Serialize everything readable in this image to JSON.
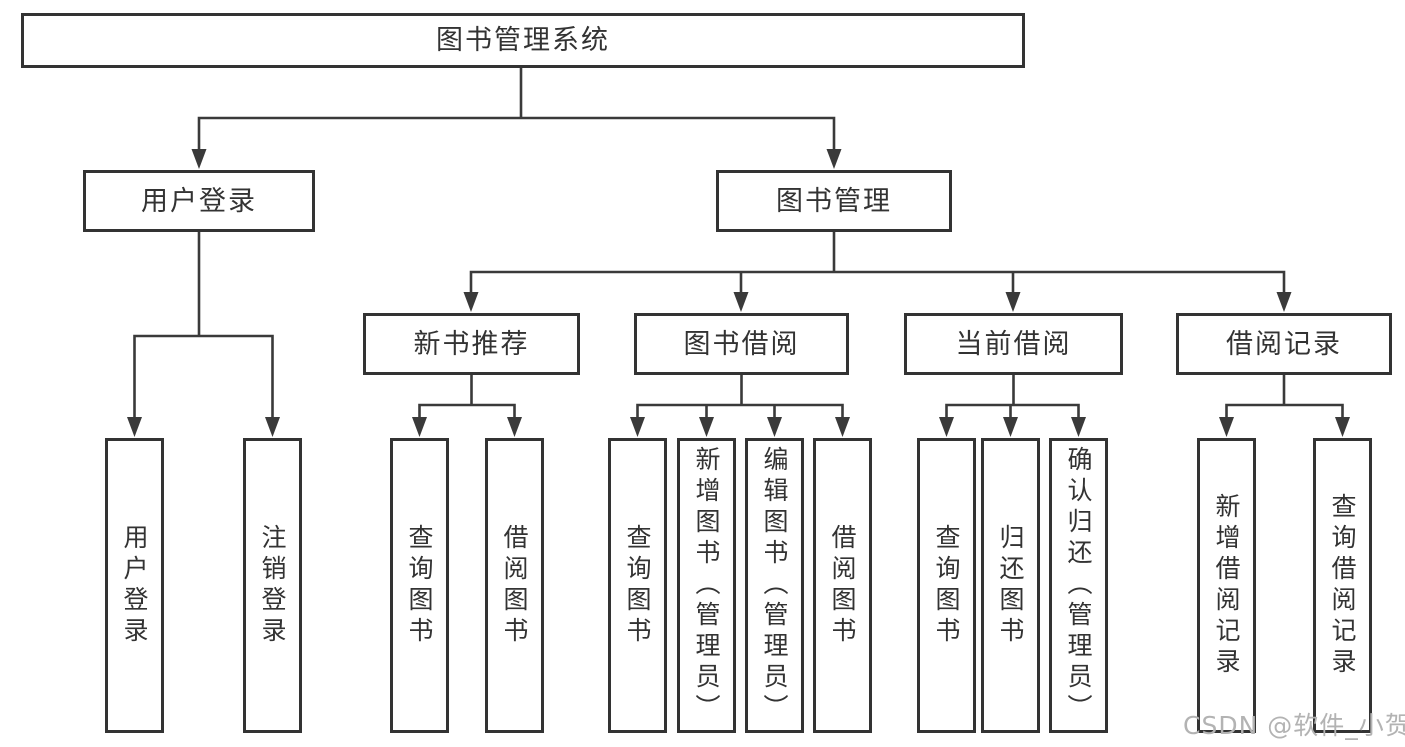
{
  "diagram": {
    "root": {
      "label": "图书管理系统"
    },
    "branches": [
      {
        "label": "用户登录",
        "children": [
          "用户登录",
          "注销登录"
        ]
      },
      {
        "label": "图书管理",
        "sections": [
          {
            "label": "新书推荐",
            "children": [
              "查询图书",
              "借阅图书"
            ]
          },
          {
            "label": "图书借阅",
            "children": [
              "查询图书",
              "新增图书（管理员）",
              "编辑图书（管理员）",
              "借阅图书"
            ]
          },
          {
            "label": "当前借阅",
            "children": [
              "查询图书",
              "归还图书",
              "确认归还（管理员）"
            ]
          },
          {
            "label": "借阅记录",
            "children": [
              "新增借阅记录",
              "查询借阅记录"
            ]
          }
        ]
      }
    ]
  },
  "watermark": {
    "text": "CSDN @软件_小贺同学"
  },
  "colors": {
    "line": "#3a3a3a",
    "border": "#333333",
    "text": "#333333",
    "background": "#ffffff",
    "watermark": "#b3b3b3"
  }
}
